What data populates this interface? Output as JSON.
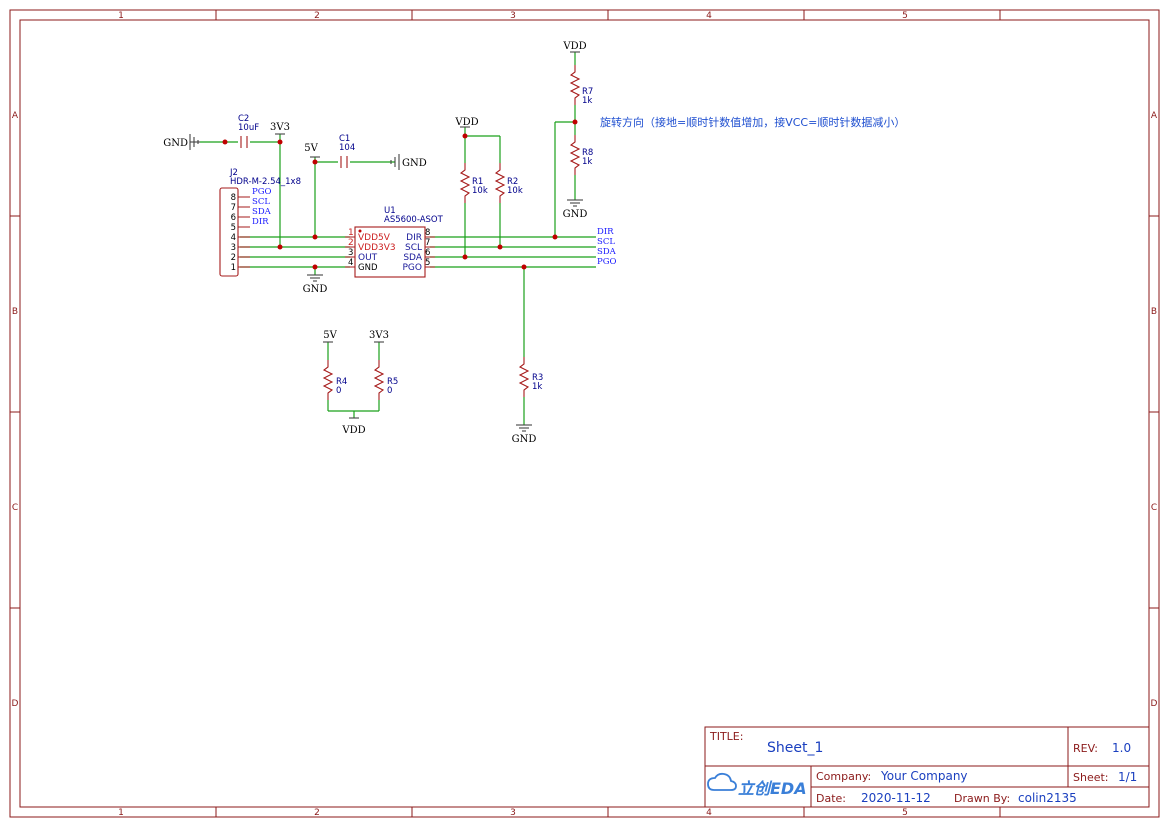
{
  "frame": {
    "columns": [
      "1",
      "2",
      "3",
      "4",
      "5"
    ],
    "rows": [
      "A",
      "B",
      "C",
      "D"
    ]
  },
  "note": "旋转方向（接地=顺时针数值增加，接VCC=顺时针数据减小）",
  "u1": {
    "ref": "U1",
    "value": "AS5600-ASOT",
    "pins_left": [
      {
        "num": "1",
        "name": "VDD5V"
      },
      {
        "num": "2",
        "name": "VDD3V3"
      },
      {
        "num": "3",
        "name": "OUT"
      },
      {
        "num": "4",
        "name": "GND"
      }
    ],
    "pins_right": [
      {
        "num": "8",
        "name": "DIR"
      },
      {
        "num": "7",
        "name": "SCL"
      },
      {
        "num": "6",
        "name": "SDA"
      },
      {
        "num": "5",
        "name": "PGO"
      }
    ]
  },
  "j2": {
    "ref": "J2",
    "value": "HDR-M-2.54_1x8",
    "pin_numbers": [
      "8",
      "7",
      "6",
      "5",
      "4",
      "3",
      "2",
      "1"
    ],
    "pin_labels": [
      "PGO",
      "SCL",
      "SDA",
      "DIR"
    ]
  },
  "net_labels": [
    "DIR",
    "SCL",
    "SDA",
    "PGO"
  ],
  "power": {
    "gnd": "GND",
    "vdd": "VDD",
    "v3v3": "3V3",
    "v5": "5V"
  },
  "components": {
    "c1": {
      "ref": "C1",
      "value": "104"
    },
    "c2": {
      "ref": "C2",
      "value": "10uF"
    },
    "r1": {
      "ref": "R1",
      "value": "10k"
    },
    "r2": {
      "ref": "R2",
      "value": "10k"
    },
    "r3": {
      "ref": "R3",
      "value": "1k"
    },
    "r4": {
      "ref": "R4",
      "value": "0"
    },
    "r5": {
      "ref": "R5",
      "value": "0"
    },
    "r7": {
      "ref": "R7",
      "value": "1k"
    },
    "r8": {
      "ref": "R8",
      "value": "1k"
    }
  },
  "title_block": {
    "title_label": "TITLE:",
    "title": "Sheet_1",
    "rev_label": "REV:",
    "rev": "1.0",
    "logo": "立创EDA",
    "company_label": "Company:",
    "company": "Your Company",
    "sheet_label": "Sheet:",
    "sheet": "1/1",
    "date_label": "Date:",
    "date": "2020-11-12",
    "drawn_label": "Drawn By:",
    "drawn_by": "colin2135"
  },
  "colors": {
    "frame": "#8b1a1a",
    "wire": "#1aa01a",
    "component": "#a61b1b",
    "junction": "#c00000",
    "net_label": "#1a1aff",
    "note": "#2050d0"
  }
}
